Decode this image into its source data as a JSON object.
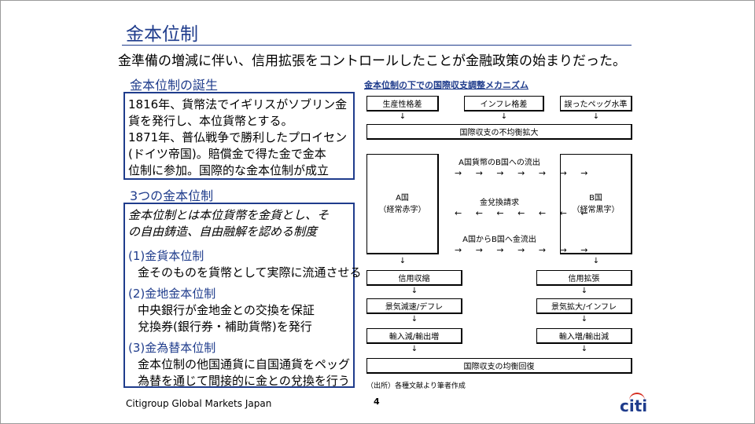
{
  "title": "金本位制",
  "lead": "金準備の増減に伴い、信用拡張をコントロールしたことが金融政策の始まりだった。",
  "birth": {
    "heading": "金本位制の誕生",
    "lines": [
      "1816年、貨幣法でイギリスがソブリン金",
      "貨を発行し、本位貨幣とする。",
      "1871年、普仏戦争で勝利したプロイセン",
      "(ドイツ帝国)。賠償金で得た金で金本",
      "位制に参加。国際的な金本位制が成立"
    ]
  },
  "three": {
    "heading": "3つの金本位制",
    "definition": [
      "金本位制とは本位貨幣を金貨とし、そ",
      "の自由鋳造、自由融解を認める制度"
    ],
    "items": [
      {
        "label": "(1)金貨本位制",
        "lines": [
          "金そのものを貨幣として実際に流通させる"
        ]
      },
      {
        "label": "(2)金地金本位制",
        "lines": [
          "中央銀行が金地金との交換を保証",
          "兌換券(銀行券・補助貨幣)を発行"
        ]
      },
      {
        "label": "(3)金為替本位制",
        "lines": [
          "金本位制の他国通貨に自国通貨をペッグ",
          "為替を通じて間接的に金との兌換を行う"
        ]
      }
    ]
  },
  "diagram": {
    "title": "金本位制の下での国際収支調整メカニズム",
    "causes": [
      "生産性格差",
      "インフレ格差",
      "誤ったペッグ水準"
    ],
    "imbalance": "国際収支の不均衡拡大",
    "country_a": {
      "name": "A国",
      "state": "（経常赤字）"
    },
    "country_b": {
      "name": "B国",
      "state": "（経常黒字）"
    },
    "flow1": {
      "label": "A国貨幣のB国への流出",
      "arrows": "→ → → → → → →"
    },
    "flow2": {
      "label": "金兌換請求",
      "arrows": "← ← ← ← ← ← ←"
    },
    "flow3": {
      "label": "A国からB国へ金流出",
      "arrows": "→ → → → → → →"
    },
    "a_steps": [
      "信用収縮",
      "景気減速/デフレ",
      "輸入減/輸出増"
    ],
    "b_steps": [
      "信用拡張",
      "景気拡大/インフレ",
      "輸入増/輸出減"
    ],
    "recovery": "国際収支の均衡回復",
    "down_arrow": "↓",
    "source": "（出所）各種文献より筆者作成"
  },
  "footer": {
    "company": "Citigroup Global Markets Japan",
    "page": "4",
    "logo": "citi"
  },
  "colors": {
    "accent": "#1f3c8c",
    "logo_arc": "#d52b1e"
  }
}
